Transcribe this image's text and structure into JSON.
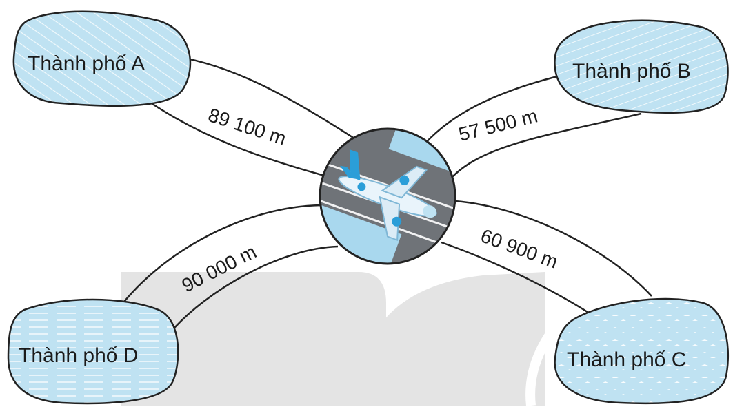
{
  "cities": {
    "a": {
      "label": "Thành phố A"
    },
    "b": {
      "label": "Thành phố B"
    },
    "c": {
      "label": "Thành phố C"
    },
    "d": {
      "label": "Thành phố D"
    }
  },
  "distances": {
    "a": "89 100 m",
    "b": "57 500 m",
    "c": "60 900 m",
    "d": "90 000 m"
  },
  "center": {
    "icon": "airplane-icon"
  },
  "colors": {
    "lake_fill": "#bfe2f2",
    "lake_stroke": "#222222",
    "road_stroke": "#222222",
    "watermark": "#e4e4e4",
    "runway": "#6f7378"
  }
}
